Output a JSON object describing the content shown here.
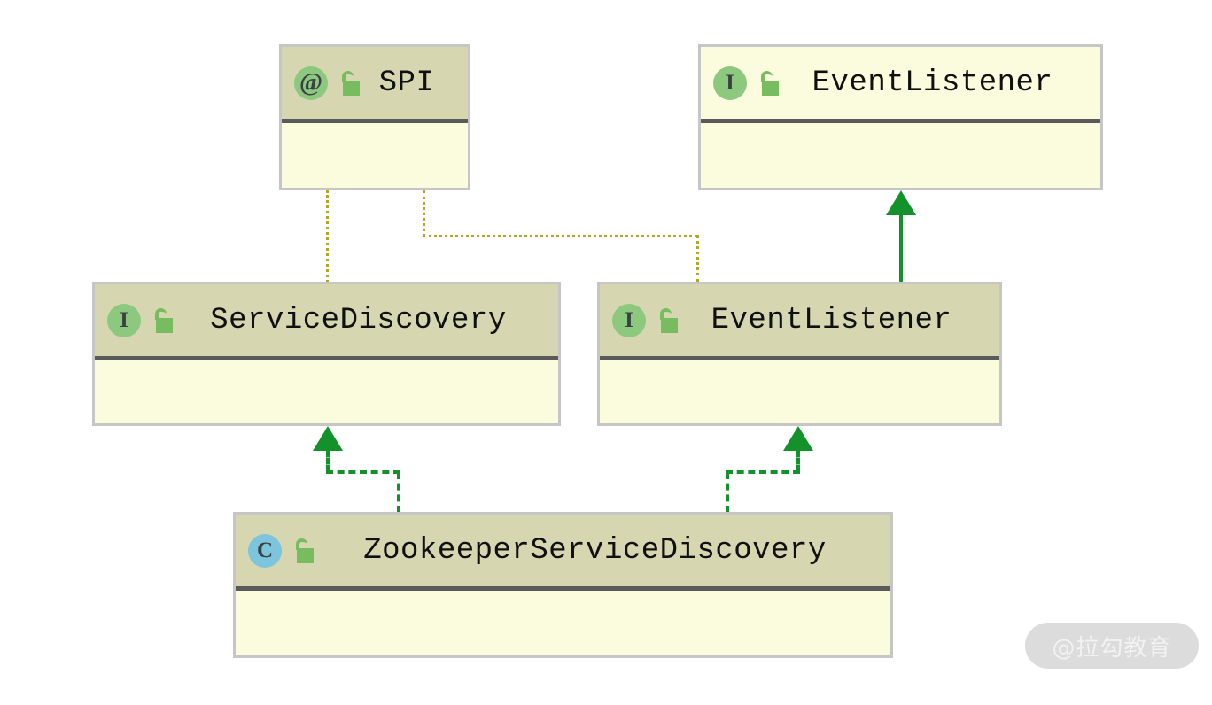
{
  "diagram": {
    "type": "uml-class-diagram",
    "background_color": "#ffffff",
    "nodes": [
      {
        "id": "spi",
        "name": "SPI",
        "stereotype": "annotation",
        "icon_glyph": "@",
        "visibility": "public",
        "visibility_icon": "open-padlock-icon",
        "header_color": "#d6d6b0",
        "body_color": "#fbfbdd",
        "border_color": "#c6c6c6"
      },
      {
        "id": "event-listener-top",
        "name": "EventListener",
        "stereotype": "interface",
        "icon_glyph": "I",
        "visibility": "public",
        "visibility_icon": "open-padlock-icon",
        "header_color": "#fbfbdd",
        "body_color": "#fbfbdd",
        "border_color": "#c6c6c6"
      },
      {
        "id": "service-discovery",
        "name": "ServiceDiscovery",
        "stereotype": "interface",
        "icon_glyph": "I",
        "visibility": "public",
        "visibility_icon": "open-padlock-icon",
        "header_color": "#d6d6b0",
        "body_color": "#fbfbdd",
        "border_color": "#c6c6c6"
      },
      {
        "id": "event-listener-mid",
        "name": "EventListener",
        "stereotype": "interface",
        "icon_glyph": "I",
        "visibility": "public",
        "visibility_icon": "open-padlock-icon",
        "header_color": "#d6d6b0",
        "body_color": "#fbfbdd",
        "border_color": "#c6c6c6"
      },
      {
        "id": "zookeeper-service-discovery",
        "name": "ZookeeperServiceDiscovery",
        "stereotype": "class",
        "icon_glyph": "C",
        "visibility": "public",
        "visibility_icon": "open-padlock-icon",
        "header_color": "#d6d6b0",
        "body_color": "#fbfbdd",
        "border_color": "#c6c6c6"
      }
    ],
    "edges": [
      {
        "id": "spi-to-service-discovery",
        "from": "spi",
        "to": "service-discovery",
        "style": "dotted",
        "color": "#b0a820",
        "arrowhead": "none",
        "relation": "annotated-by"
      },
      {
        "id": "spi-to-event-listener-mid",
        "from": "spi",
        "to": "event-listener-mid",
        "style": "dotted",
        "color": "#b0a820",
        "arrowhead": "none",
        "relation": "annotated-by"
      },
      {
        "id": "event-listener-mid-extends-top",
        "from": "event-listener-mid",
        "to": "event-listener-top",
        "style": "solid",
        "color": "#13912b",
        "arrowhead": "filled-triangle",
        "relation": "extends"
      },
      {
        "id": "zookeeper-implements-service-discovery",
        "from": "zookeeper-service-discovery",
        "to": "service-discovery",
        "style": "dashed",
        "color": "#13912b",
        "arrowhead": "filled-triangle",
        "relation": "implements"
      },
      {
        "id": "zookeeper-implements-event-listener",
        "from": "zookeeper-service-discovery",
        "to": "event-listener-mid",
        "style": "dashed",
        "color": "#13912b",
        "arrowhead": "filled-triangle",
        "relation": "implements"
      }
    ]
  },
  "watermark": {
    "text": "@拉勾教育",
    "background_color": "#dcdcdc",
    "text_color": "#f2f2f2"
  }
}
